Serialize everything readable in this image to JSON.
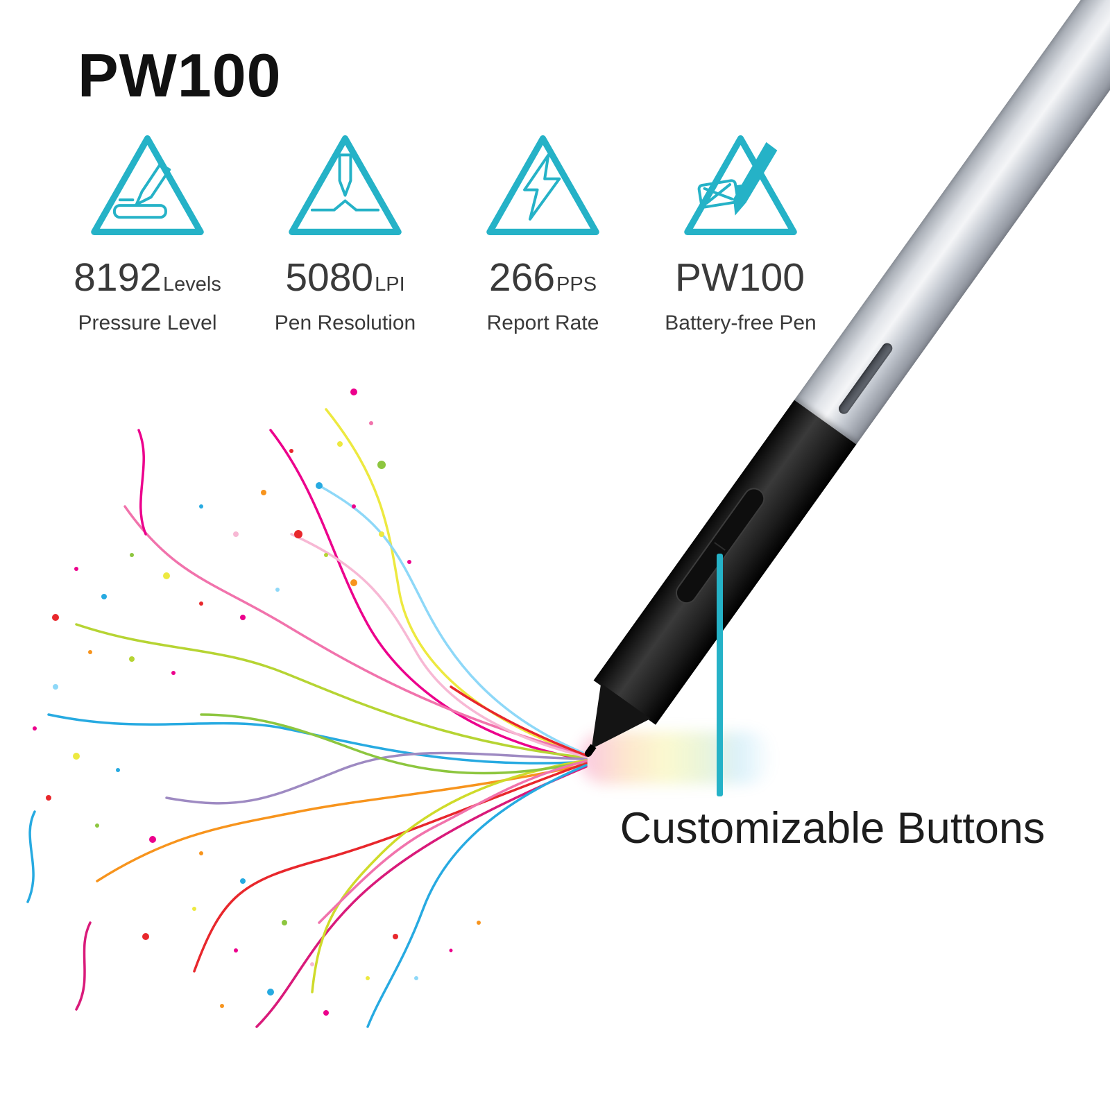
{
  "title": "PW100",
  "specs": [
    {
      "icon": "pressure-level-icon",
      "value": "8192",
      "unit": "Levels",
      "label": "Pressure Level"
    },
    {
      "icon": "pen-resolution-icon",
      "value": "5080",
      "unit": "LPI",
      "label": "Pen Resolution"
    },
    {
      "icon": "report-rate-icon",
      "value": "266",
      "unit": "PPS",
      "label": "Report Rate"
    },
    {
      "icon": "battery-free-pen-icon",
      "value": "PW100",
      "unit": "",
      "label": "Battery-free Pen"
    }
  ],
  "callout": {
    "label": "Customizable Buttons"
  },
  "colors": {
    "accent_teal": "#25b2c7",
    "title_color": "#111111",
    "text_dark": "#3a3a3a",
    "pen_black": "#1a1a1a",
    "pen_silver": "#c9cdd4",
    "background": "#ffffff",
    "splash_palette": [
      "#ec008c",
      "#f173ac",
      "#f7b8d4",
      "#e8272c",
      "#f7941d",
      "#ede940",
      "#b6d433",
      "#8dc63f",
      "#27aae1",
      "#8ed8f8",
      "#9e8ac2"
    ]
  }
}
